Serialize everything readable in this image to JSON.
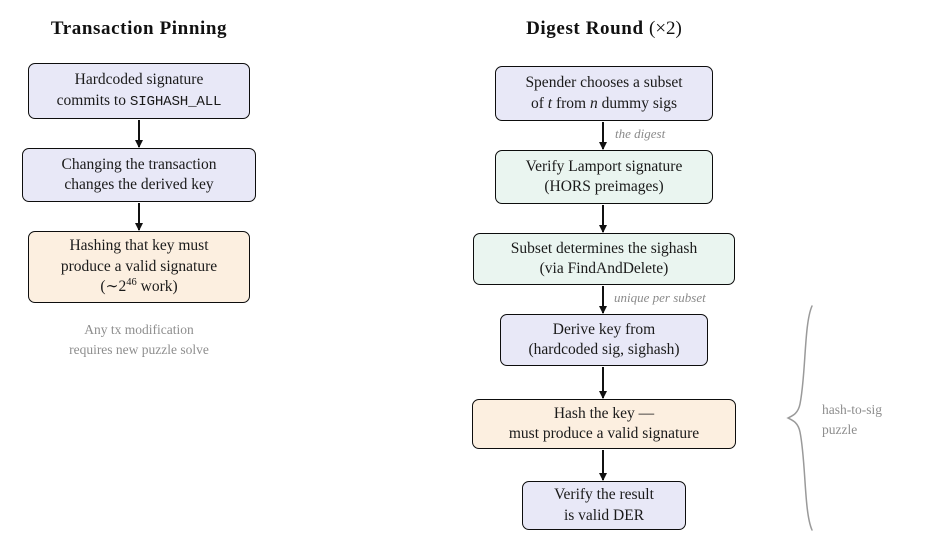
{
  "diagram": {
    "title_left": "Transaction Pinning",
    "title_right_main": "Digest Round",
    "title_right_suffix": "(×2)",
    "left_caption_line1": "Any tx modification",
    "left_caption_line2": "requires new puzzle solve",
    "brace_label_line1": "hash-to-sig",
    "brace_label_line2": "puzzle",
    "colors": {
      "lavender": "#e8e8f7",
      "mint": "#eaf5f0",
      "peach": "#fcefe0",
      "stroke": "#0d0d0d",
      "muted_text": "#8e8e8e",
      "background": "#ffffff"
    }
  },
  "left_flow": {
    "nodes": [
      {
        "id": "hardcoded-signature",
        "fill": "lavender",
        "line1": "Hardcoded signature",
        "line2_prefix": "commits to ",
        "line2_mono": "SIGHASH_ALL"
      },
      {
        "id": "changing-transaction",
        "fill": "lavender",
        "line1": "Changing the transaction",
        "line2": "changes the derived key"
      },
      {
        "id": "hashing-key",
        "fill": "peach",
        "line1": "Hashing that key must",
        "line2": "produce a valid signature",
        "line3_pre": "(∼2",
        "line3_exp": "46",
        "line3_post": " work)"
      }
    ]
  },
  "right_flow": {
    "nodes": [
      {
        "id": "spender-chooses-subset",
        "fill": "lavender",
        "line1": "Spender chooses a subset",
        "line2_a": "of ",
        "line2_i1": "t",
        "line2_b": " from ",
        "line2_i2": "n",
        "line2_c": " dummy sigs"
      },
      {
        "id": "verify-lamport-signature",
        "fill": "mint",
        "line1": "Verify Lamport signature",
        "line2": "(HORS preimages)"
      },
      {
        "id": "subset-determines-sighash",
        "fill": "mint",
        "line1": "Subset determines the sighash",
        "line2": "(via FindAndDelete)"
      },
      {
        "id": "derive-key-from",
        "fill": "lavender",
        "line1": "Derive key from",
        "line2": "(hardcoded sig, sighash)"
      },
      {
        "id": "hash-the-key",
        "fill": "peach",
        "line1": "Hash the key —",
        "line2": "must produce a valid signature"
      },
      {
        "id": "verify-result-der",
        "fill": "lavender",
        "line1": "Verify the result",
        "line2": "is valid DER"
      }
    ],
    "edge_labels": [
      {
        "id": "the-digest",
        "text": "the digest"
      },
      {
        "id": "unique-per-subset",
        "text": "unique per subset"
      }
    ]
  }
}
